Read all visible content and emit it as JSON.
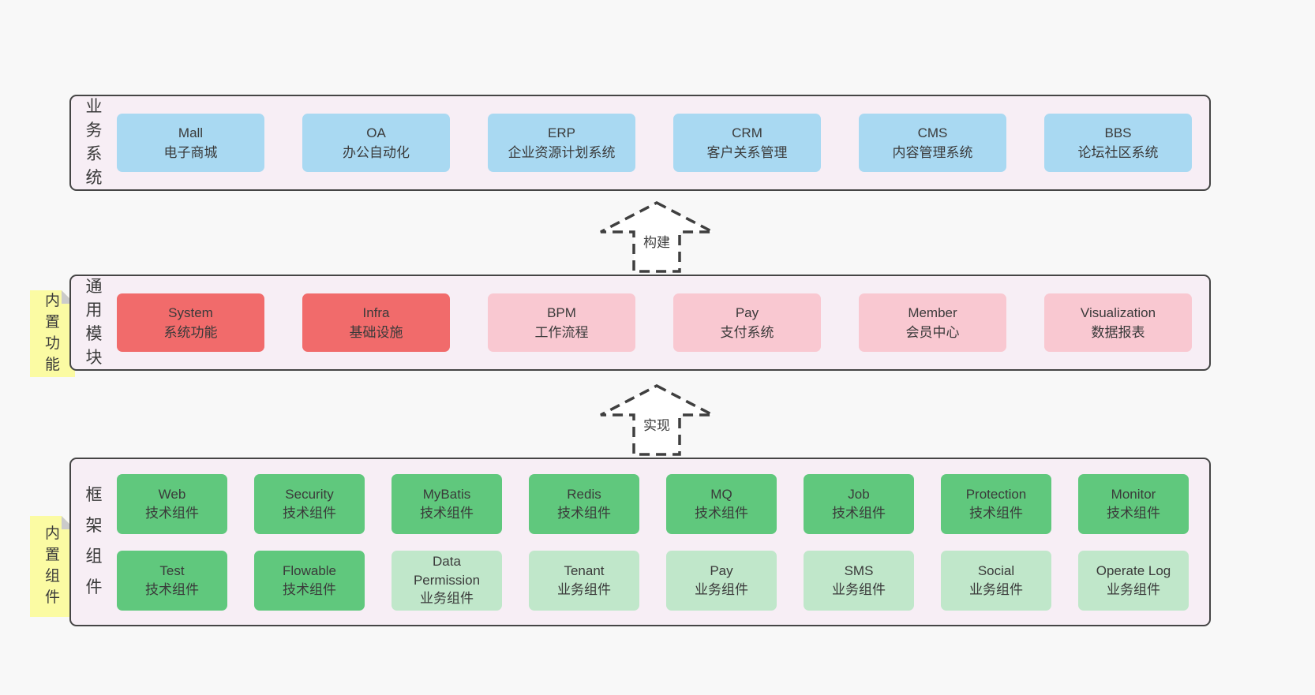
{
  "colors": {
    "page-bg": "#f8f8f8",
    "layer-bg": "#f7eef5",
    "layer-border": "#454545",
    "box-blue": "#a9d9f2",
    "box-red": "#f16b6b",
    "box-pink": "#f9c8d1",
    "box-green": "#60c87d",
    "box-green-light": "#c0e7ca",
    "sticky-yellow": "#fbfba3",
    "sticky-fold": "#cbcbcb",
    "text": "#3a3a3a"
  },
  "arrows": [
    {
      "label": "构建"
    },
    {
      "label": "实现"
    }
  ],
  "layers": {
    "business": {
      "label": "业务系统",
      "boxes": [
        {
          "title": "Mall",
          "subtitle": "电子商城"
        },
        {
          "title": "OA",
          "subtitle": "办公自动化"
        },
        {
          "title": "ERP",
          "subtitle": "企业资源计划系统"
        },
        {
          "title": "CRM",
          "subtitle": "客户关系管理"
        },
        {
          "title": "CMS",
          "subtitle": "内容管理系统"
        },
        {
          "title": "BBS",
          "subtitle": "论坛社区系统"
        }
      ]
    },
    "modules": {
      "label": "通用模块",
      "sticky": "内置功能",
      "boxes": [
        {
          "title": "System",
          "subtitle": "系统功能"
        },
        {
          "title": "Infra",
          "subtitle": "基础设施"
        },
        {
          "title": "BPM",
          "subtitle": "工作流程"
        },
        {
          "title": "Pay",
          "subtitle": "支付系统"
        },
        {
          "title": "Member",
          "subtitle": "会员中心"
        },
        {
          "title": "Visualization",
          "subtitle": "数据报表"
        }
      ]
    },
    "components": {
      "label": "框架组件",
      "sticky": "内置组件",
      "row1": [
        {
          "title": "Web",
          "subtitle": "技术组件"
        },
        {
          "title": "Security",
          "subtitle": "技术组件"
        },
        {
          "title": "MyBatis",
          "subtitle": "技术组件"
        },
        {
          "title": "Redis",
          "subtitle": "技术组件"
        },
        {
          "title": "MQ",
          "subtitle": "技术组件"
        },
        {
          "title": "Job",
          "subtitle": "技术组件"
        },
        {
          "title": "Protection",
          "subtitle": "技术组件"
        },
        {
          "title": "Monitor",
          "subtitle": "技术组件"
        }
      ],
      "row2": [
        {
          "title": "Test",
          "subtitle": "技术组件"
        },
        {
          "title": "Flowable",
          "subtitle": "技术组件"
        },
        {
          "title": "Data Permission",
          "subtitle": "业务组件"
        },
        {
          "title": "Tenant",
          "subtitle": "业务组件"
        },
        {
          "title": "Pay",
          "subtitle": "业务组件"
        },
        {
          "title": "SMS",
          "subtitle": "业务组件"
        },
        {
          "title": "Social",
          "subtitle": "业务组件"
        },
        {
          "title": "Operate Log",
          "subtitle": "业务组件"
        }
      ]
    }
  }
}
